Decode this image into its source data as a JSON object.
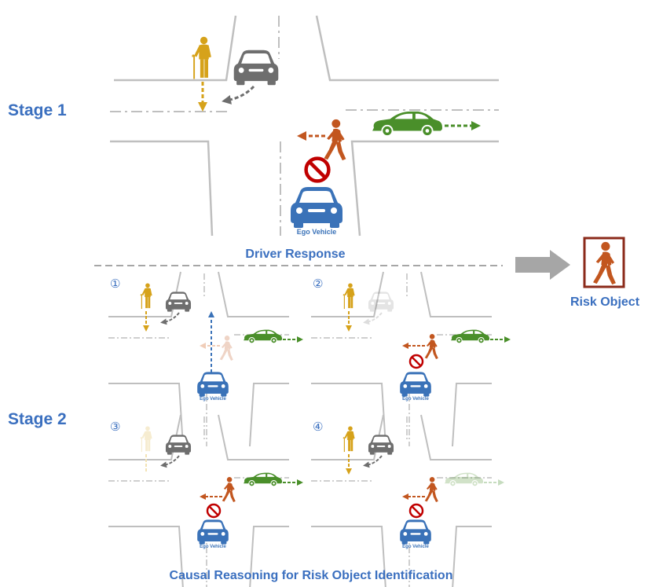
{
  "labels": {
    "stage1": "Stage 1",
    "stage2": "Stage 2",
    "driver_response": "Driver Response",
    "risk_object": "Risk Object",
    "ego_vehicle": "Ego Vehicle",
    "caption": "Causal Reasoning for Risk Object Identification"
  },
  "scenarios": [
    {
      "marker": "①",
      "masked": "pedestrian"
    },
    {
      "marker": "②",
      "masked": "grey-car"
    },
    {
      "marker": "③",
      "masked": "elderly-pedestrian"
    },
    {
      "marker": "④",
      "masked": "green-car"
    }
  ],
  "colors": {
    "label_blue": "#3a6fbf",
    "road": "#bfbfbf",
    "ego_car": "#3a72b8",
    "green_car": "#4a8f2a",
    "grey_car": "#6e6e6e",
    "pedestrian": "#c2561f",
    "elderly": "#d6a21a",
    "stop_sign": "#c00000",
    "risk_frame": "#8b2a1a",
    "arrow_grey": "#a6a6a6"
  }
}
